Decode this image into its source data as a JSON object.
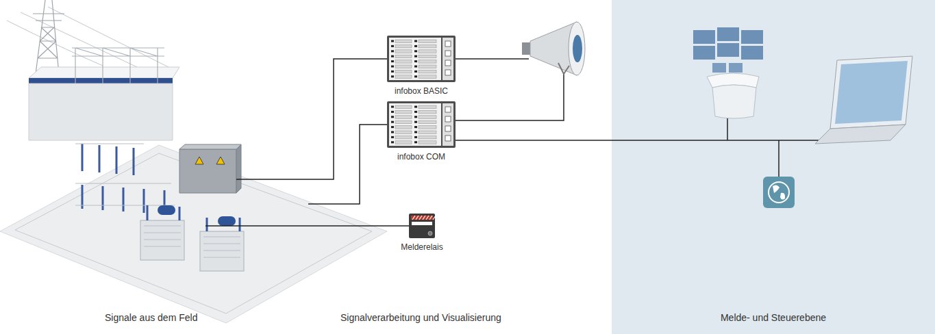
{
  "diagram": {
    "nodes": [
      {
        "text": [
          "infobox BASIC"
        ]
      },
      {
        "text": [
          "infobox COM"
        ]
      },
      {
        "text": [
          "Melderelais"
        ]
      },
      {
        "text": [
          "Melde- und Steuerebene"
        ]
      }
    ],
    "edges": [
      {
        "from": 1,
        "to": 3,
        "arrow": "none"
      }
    ],
    "labels": [
      "Signale aus dem Feld",
      "Signalverarbeitung und Visualisierung"
    ]
  }
}
